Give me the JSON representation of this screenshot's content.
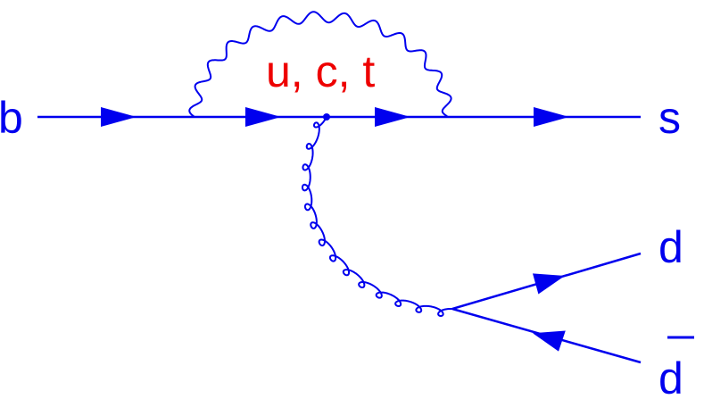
{
  "labels": {
    "incoming_quark": "b",
    "outgoing_quark": "s",
    "loop_quarks": "u, c, t",
    "pair_quark": "d",
    "pair_antiquark": "d"
  },
  "colors": {
    "lines": "#0000ee",
    "loop_label": "#ee0000",
    "background": "#ffffff"
  }
}
